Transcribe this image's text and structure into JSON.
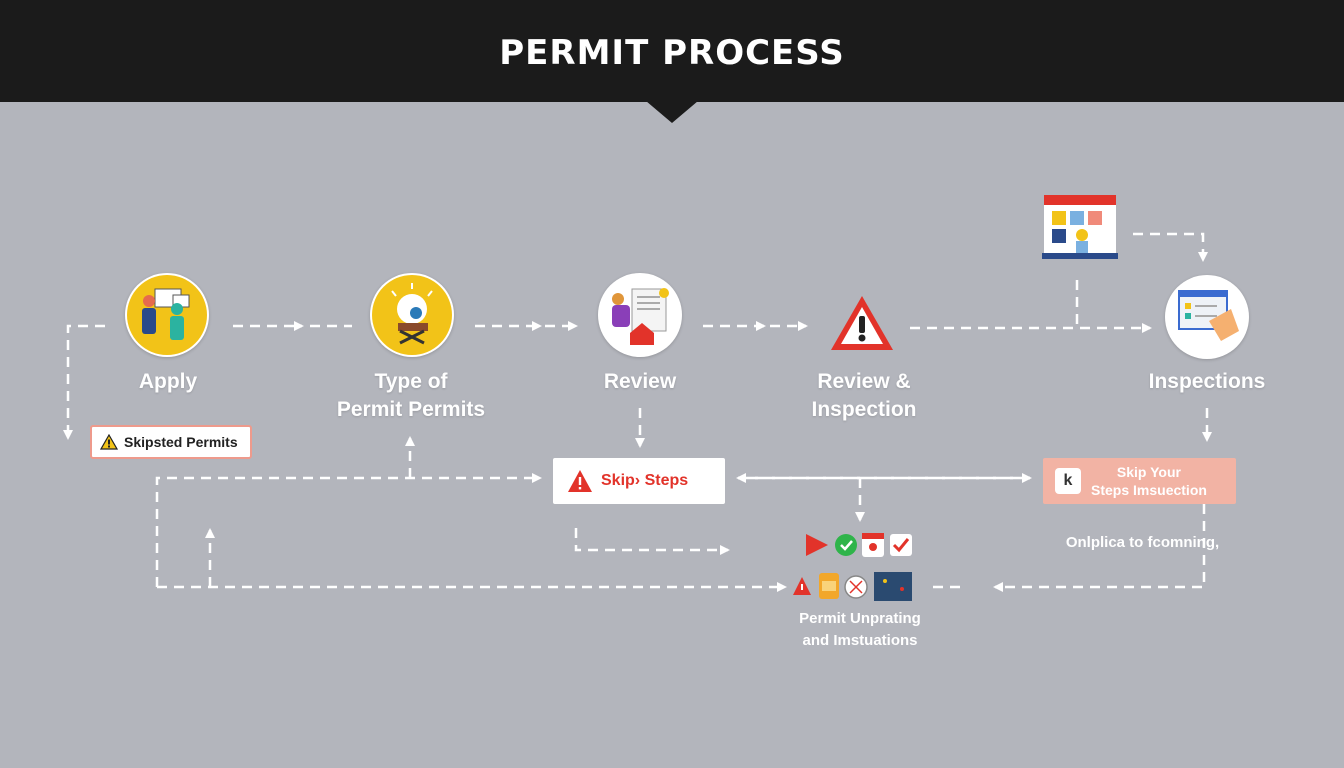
{
  "title": "PERMIT PROCESS",
  "steps": [
    {
      "label": "Apply",
      "icon": "people-presenting-icon"
    },
    {
      "label": "Type of\nPermit Permits",
      "icon": "lightbulb-worker-icon"
    },
    {
      "label": "Review",
      "icon": "document-review-icon"
    },
    {
      "label": "Review &\nInspection",
      "icon": "warning-triangle-icon"
    },
    {
      "label": "Inspections",
      "icon": "inspection-checklist-icon"
    }
  ],
  "boxes": {
    "skipped_permits": "Skipsted Permits",
    "skip_steps": "Skip› Steps",
    "skip_your_letter": "k",
    "skip_your": "Skip Your\nSteps Imsuection"
  },
  "notes": {
    "onhplica": "Onlplica to fcomning,",
    "permit_updating": "Permit Unprating\nand Imstuations"
  },
  "colors": {
    "background": "#b3b5bc",
    "header": "#1b1b1b",
    "alert_red": "#e2332a",
    "node_yellow": "#f2c318",
    "skip_box_pink": "#f2b3a4"
  }
}
